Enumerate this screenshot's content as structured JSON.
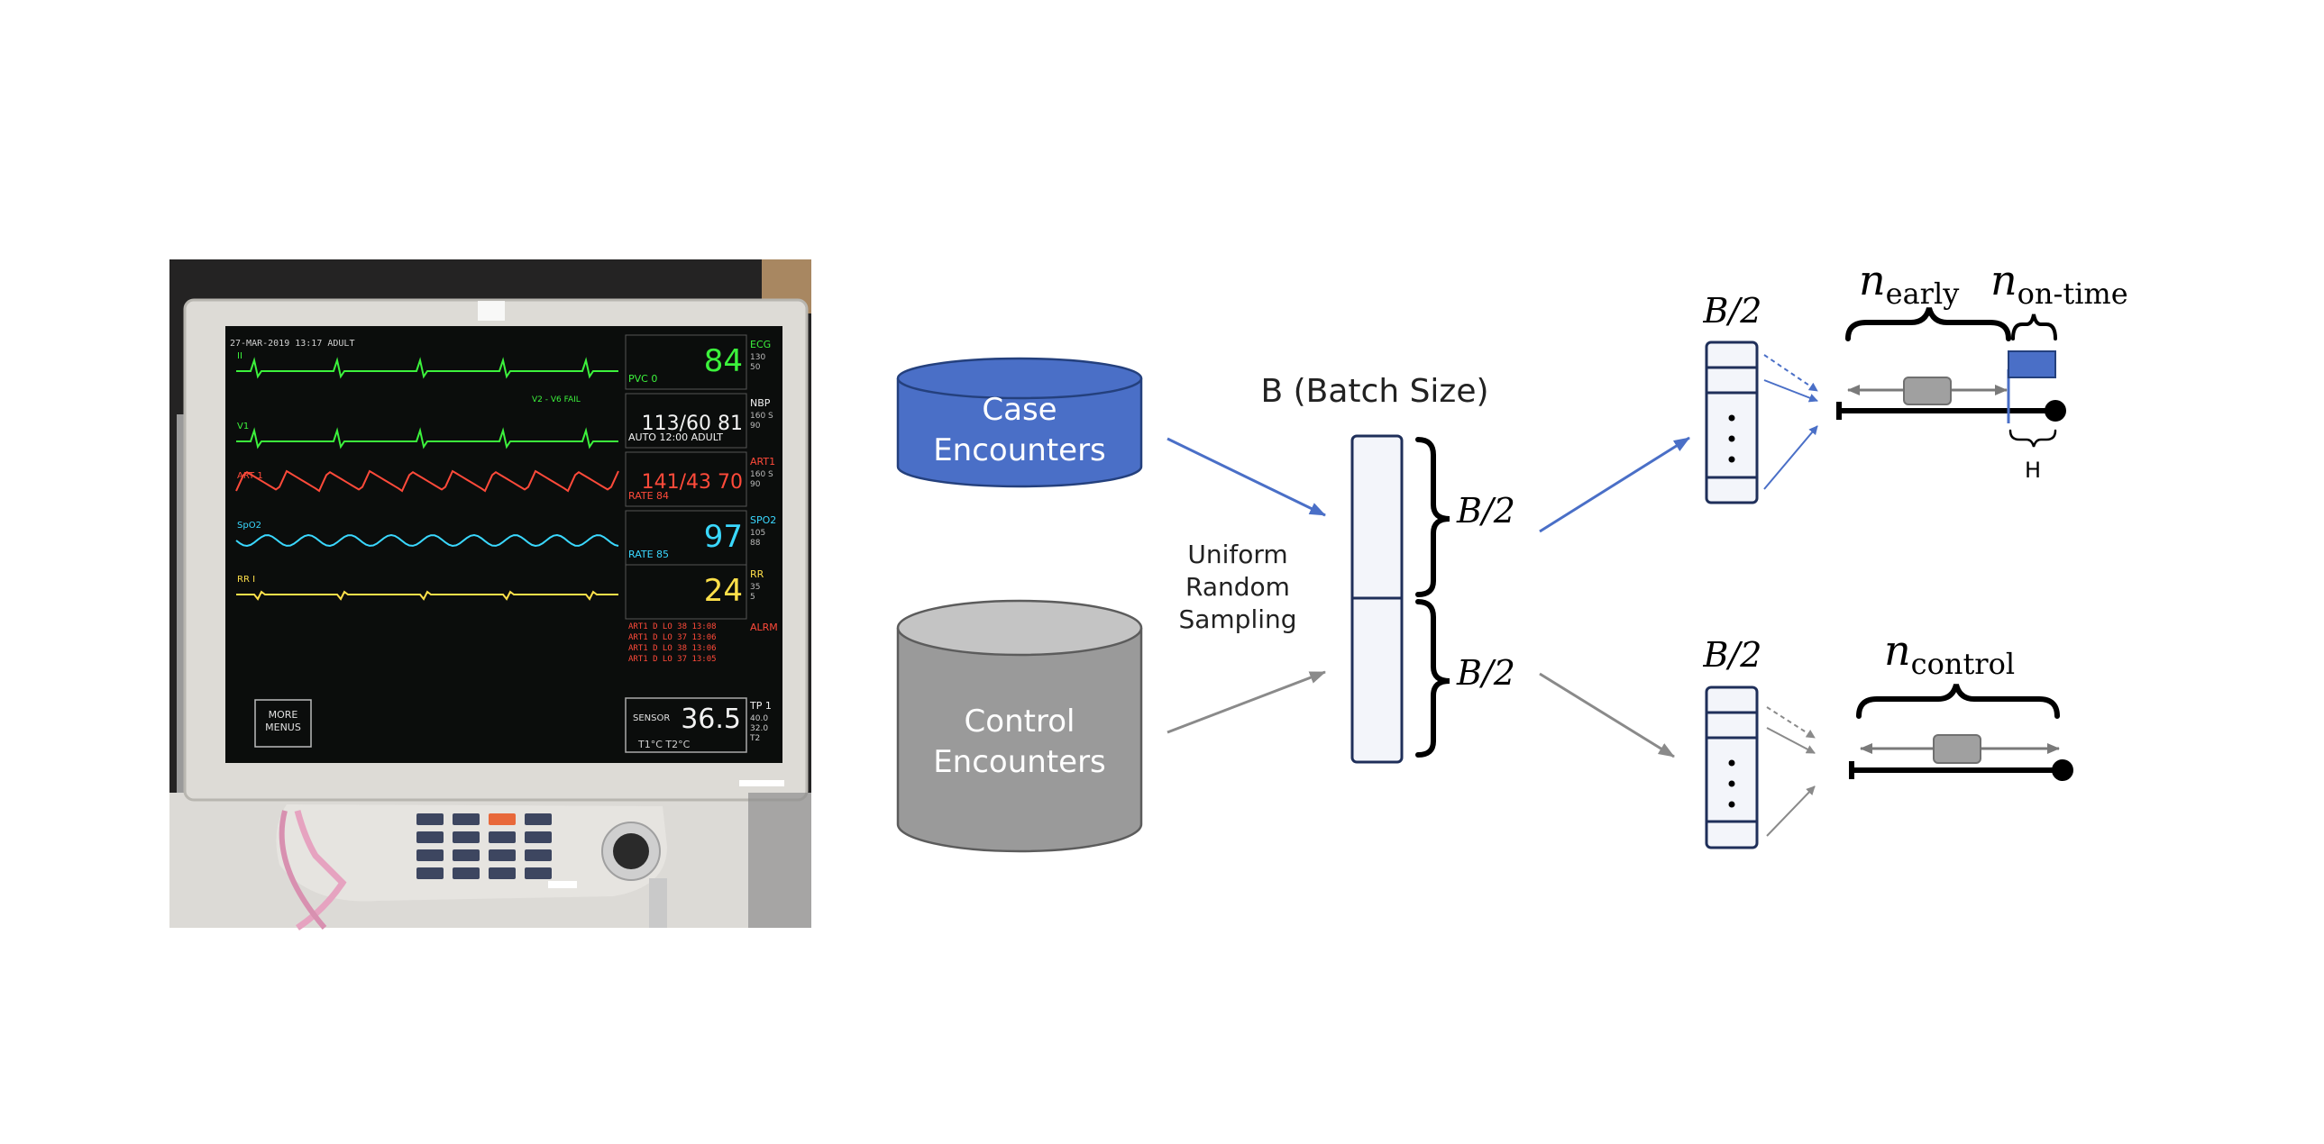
{
  "monitor": {
    "header": "27-MAR-2019   13:17   ADULT",
    "rows": [
      {
        "label": "PVC 0",
        "value": "84",
        "param": "ECG",
        "sub": "130\n50",
        "color": "#3cf23c"
      },
      {
        "label": "AUTO 12:00 ADULT",
        "value": "113/60 81",
        "param": "NBP",
        "sub": "160 S\n90",
        "color": "#f2f2f2"
      },
      {
        "label": "RATE 84",
        "value": "141/43 70",
        "param": "ART1",
        "sub": "160 S\n90",
        "color": "#ff4a3a"
      },
      {
        "label": "RATE 85",
        "value": "97",
        "param": "SPO2",
        "sub": "105\n88",
        "color": "#3ad8ff"
      },
      {
        "label": "",
        "value": "24",
        "param": "RR",
        "sub": "35\n5",
        "color": "#ffe04a"
      }
    ],
    "waves": [
      {
        "name": "II",
        "color": "#3cf23c"
      },
      {
        "name": "V1",
        "color": "#3cf23c"
      },
      {
        "name": "ART 1",
        "color": "#ff4a3a"
      },
      {
        "name": "SpO2",
        "color": "#3ad8ff"
      },
      {
        "name": "RR I",
        "color": "#ffe04a"
      }
    ],
    "alarms": [
      "ART1 D LO 38  13:08",
      "ART1 D LO 37  13:06",
      "ART1 D LO 38  13:06",
      "ART1 D LO 37  13:05"
    ],
    "alarm_label": "ALRM",
    "sensor_label": "SENSOR",
    "sensor_value": "36.5",
    "sensor_sub": "T1°C      T2°C",
    "tp_label": "TP 1",
    "tp_sub": "40.0\n32.0\nT2",
    "more_menus": "MORE\nMENUS",
    "v2_fail": "V2 - V6 FAIL"
  },
  "case": {
    "line1": "Case",
    "line2": "Encounters",
    "color": "#4a6fc7"
  },
  "control": {
    "line1": "Control",
    "line2": "Encounters",
    "color": "#9a9a9a"
  },
  "sampling": {
    "line1": "Uniform",
    "line2": "Random",
    "line3": "Sampling"
  },
  "batch": {
    "label": "B (Batch Size)",
    "half_top": "B/2",
    "half_bottom": "B/2"
  },
  "top_branch": {
    "label": "B/2",
    "n_early": "n",
    "n_early_sub": "early",
    "n_ontime": "n",
    "n_ontime_sub": "on-time",
    "h_label": "H"
  },
  "bottom_branch": {
    "label": "B/2",
    "n_control": "n",
    "n_control_sub": "control"
  },
  "colors": {
    "blue": "#4a6fc7",
    "navy": "#1f2f5a",
    "gray": "#8a8a8a",
    "dark": "#000000"
  }
}
